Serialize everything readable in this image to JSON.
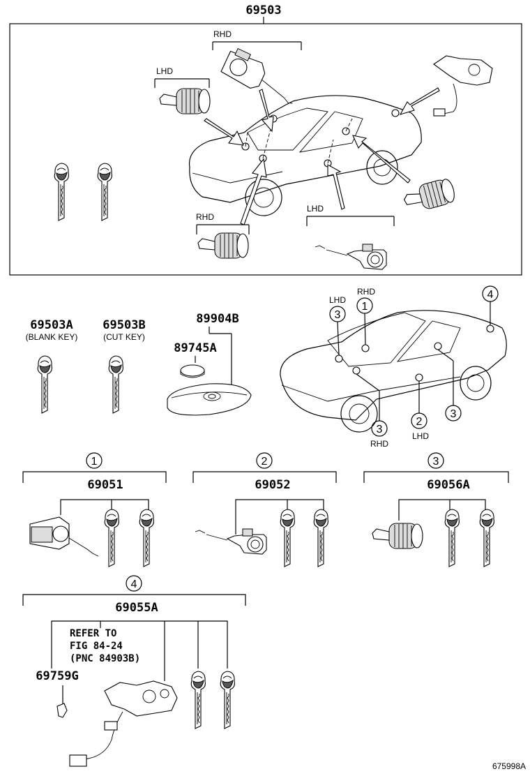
{
  "top_group": {
    "part_number": "69503",
    "labels": {
      "rhd_cylinder": "RHD",
      "lhd_cylinder": "LHD",
      "rhd_door": "RHD",
      "lhd_door": "LHD"
    }
  },
  "parts": {
    "blank_key": {
      "pn": "69503A",
      "desc": "(BLANK KEY)"
    },
    "cut_key": {
      "pn": "69503B",
      "desc": "(CUT KEY)"
    },
    "transmitter": {
      "pn": "89904B"
    },
    "battery": {
      "pn": "89745A"
    }
  },
  "locator": {
    "callouts": [
      {
        "num": "4",
        "label": ""
      },
      {
        "num": "1",
        "label": "RHD"
      },
      {
        "num": "3",
        "label": "LHD"
      },
      {
        "num": "3",
        "label": "RHD"
      },
      {
        "num": "2",
        "label": "LHD"
      },
      {
        "num": "3",
        "label": ""
      }
    ]
  },
  "sets": [
    {
      "callout": "1",
      "pn": "69051"
    },
    {
      "callout": "2",
      "pn": "69052"
    },
    {
      "callout": "3",
      "pn": "69056A"
    },
    {
      "callout": "4",
      "pn": "69055A"
    }
  ],
  "set4": {
    "ref_lines": [
      "REFER TO",
      "FIG 84-24",
      "(PNC 84903B)"
    ],
    "sub_pn": "69759G"
  },
  "figure_id": "675998A"
}
